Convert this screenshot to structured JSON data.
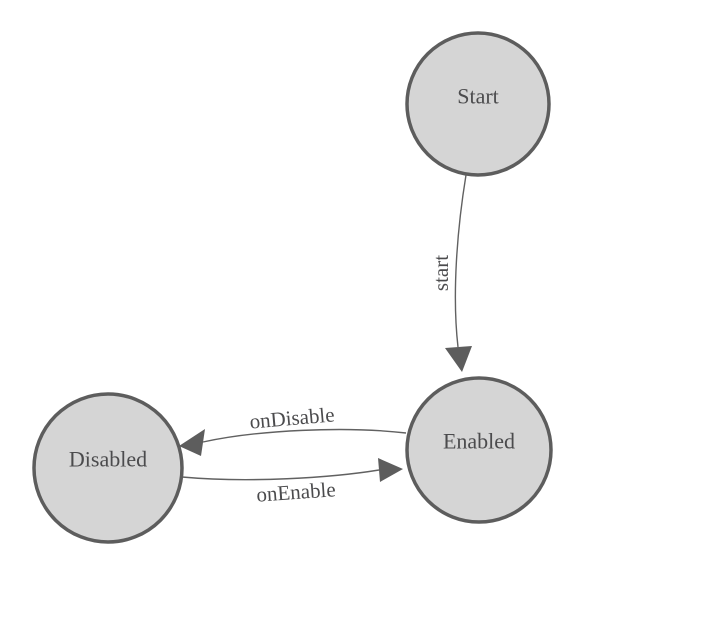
{
  "diagram": {
    "type": "state-machine",
    "nodes": [
      {
        "id": "start",
        "label": "Start"
      },
      {
        "id": "enabled",
        "label": "Enabled"
      },
      {
        "id": "disabled",
        "label": "Disabled"
      }
    ],
    "edges": [
      {
        "from": "Start",
        "to": "Enabled",
        "label": "start"
      },
      {
        "from": "Enabled",
        "to": "Disabled",
        "label": "onDisable"
      },
      {
        "from": "Disabled",
        "to": "Enabled",
        "label": "onEnable"
      }
    ],
    "colors": {
      "background": "#ffffff",
      "node_fill": "#d5d5d5",
      "node_stroke": "#5d5d5d",
      "edge_stroke": "#616161",
      "arrow_fill": "#5d5d5d",
      "text": "#4b4b4d"
    }
  }
}
